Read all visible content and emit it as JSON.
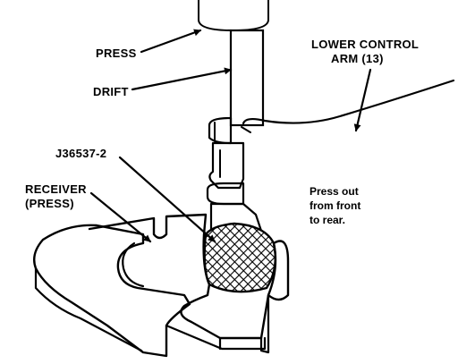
{
  "labels": {
    "press": "PRESS",
    "drift": "DRIFT",
    "lower_control_arm_line1": "LOWER CONTROL",
    "lower_control_arm_line2": "ARM (13)",
    "tool": "J36537-2",
    "receiver_line1": "RECEIVER",
    "receiver_line2": "(PRESS)"
  },
  "instruction": {
    "line1": "Press out",
    "line2": "from front",
    "line3": "to rear."
  },
  "colors": {
    "ink": "#000000",
    "paper": "#ffffff"
  }
}
